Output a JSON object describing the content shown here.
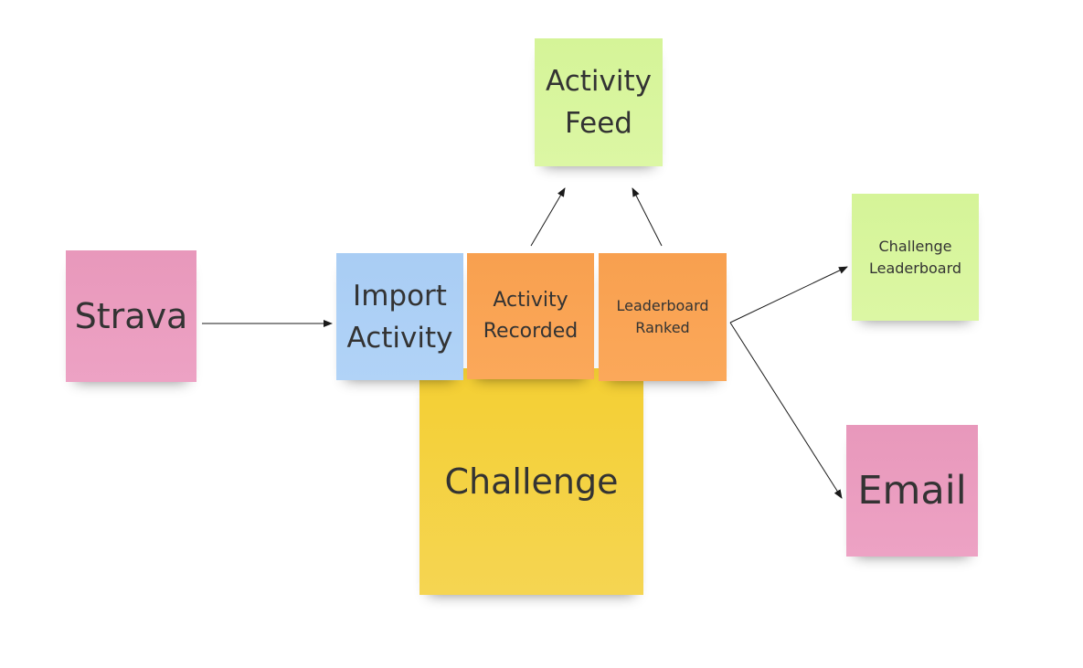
{
  "notes": {
    "strava": {
      "text": "Strava",
      "color": "pink"
    },
    "activity_feed": {
      "line1": "Activity",
      "line2": "Feed",
      "color": "green"
    },
    "import_activity": {
      "line1": "Import",
      "line2": "Activity",
      "color": "blue"
    },
    "activity_recorded": {
      "line1": "Activity",
      "line2": "Recorded",
      "color": "orange"
    },
    "leaderboard_ranked": {
      "line1": "Leaderboard",
      "line2": "Ranked",
      "color": "orange"
    },
    "challenge": {
      "text": "Challenge",
      "color": "yellow"
    },
    "challenge_leaderboard": {
      "line1": "Challenge",
      "line2": "Leaderboard",
      "color": "green"
    },
    "email": {
      "text": "Email",
      "color": "pink"
    }
  },
  "connections": [
    {
      "from": "Strava",
      "to": "Import Activity"
    },
    {
      "from": "Activity Recorded",
      "to": "Activity Feed"
    },
    {
      "from": "Leaderboard Ranked",
      "to": "Activity Feed"
    },
    {
      "from": "Leaderboard Ranked",
      "to": "Challenge Leaderboard"
    },
    {
      "from": "Leaderboard Ranked",
      "to": "Email"
    }
  ],
  "colors": {
    "pink": "#eb9ec0",
    "green": "#d8f59e",
    "blue": "#addOf5",
    "orange": "#f9a454",
    "yellow": "#f4d244",
    "text": "#333333",
    "arrow": "#1a1a1a"
  }
}
